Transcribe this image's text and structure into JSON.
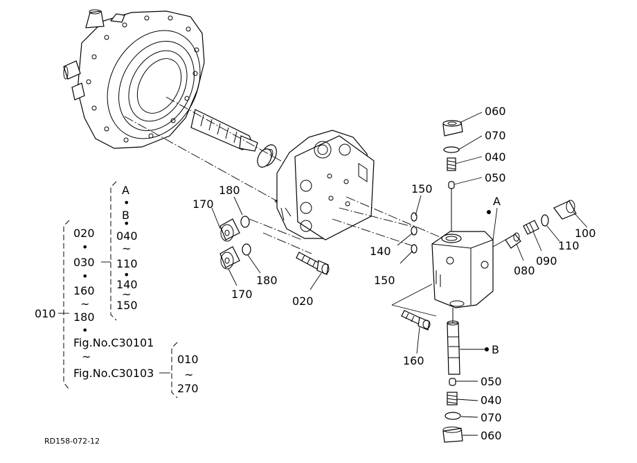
{
  "labels": {
    "p060_top": "060",
    "p070_top": "070",
    "p040_top": "040",
    "p050_top": "050",
    "p150_a": "150",
    "p140": "140",
    "p150_b": "150",
    "p080": "080",
    "p090": "090",
    "p100": "100",
    "p110": "110",
    "pA": "A",
    "p180_a": "180",
    "p170_a": "170",
    "p180_b": "180",
    "p170_b": "170",
    "p020": "020",
    "p160": "160",
    "pB": "B",
    "p050_bot": "050",
    "p040_bot": "040",
    "p070_bot": "070",
    "p060_bot": "060"
  },
  "index": {
    "root": "010",
    "col1": [
      "020",
      "•",
      "030",
      "•",
      "160",
      "~",
      "180",
      "•",
      "Fig.No.C30101",
      "~",
      "Fig.No.C30103"
    ],
    "col2": [
      "A",
      "•",
      "B",
      "•",
      "040",
      "~",
      "110",
      "•",
      "140",
      "~",
      "150"
    ],
    "col3": [
      "010",
      "~",
      "270"
    ]
  },
  "drawing_code": "RD158-072-12"
}
